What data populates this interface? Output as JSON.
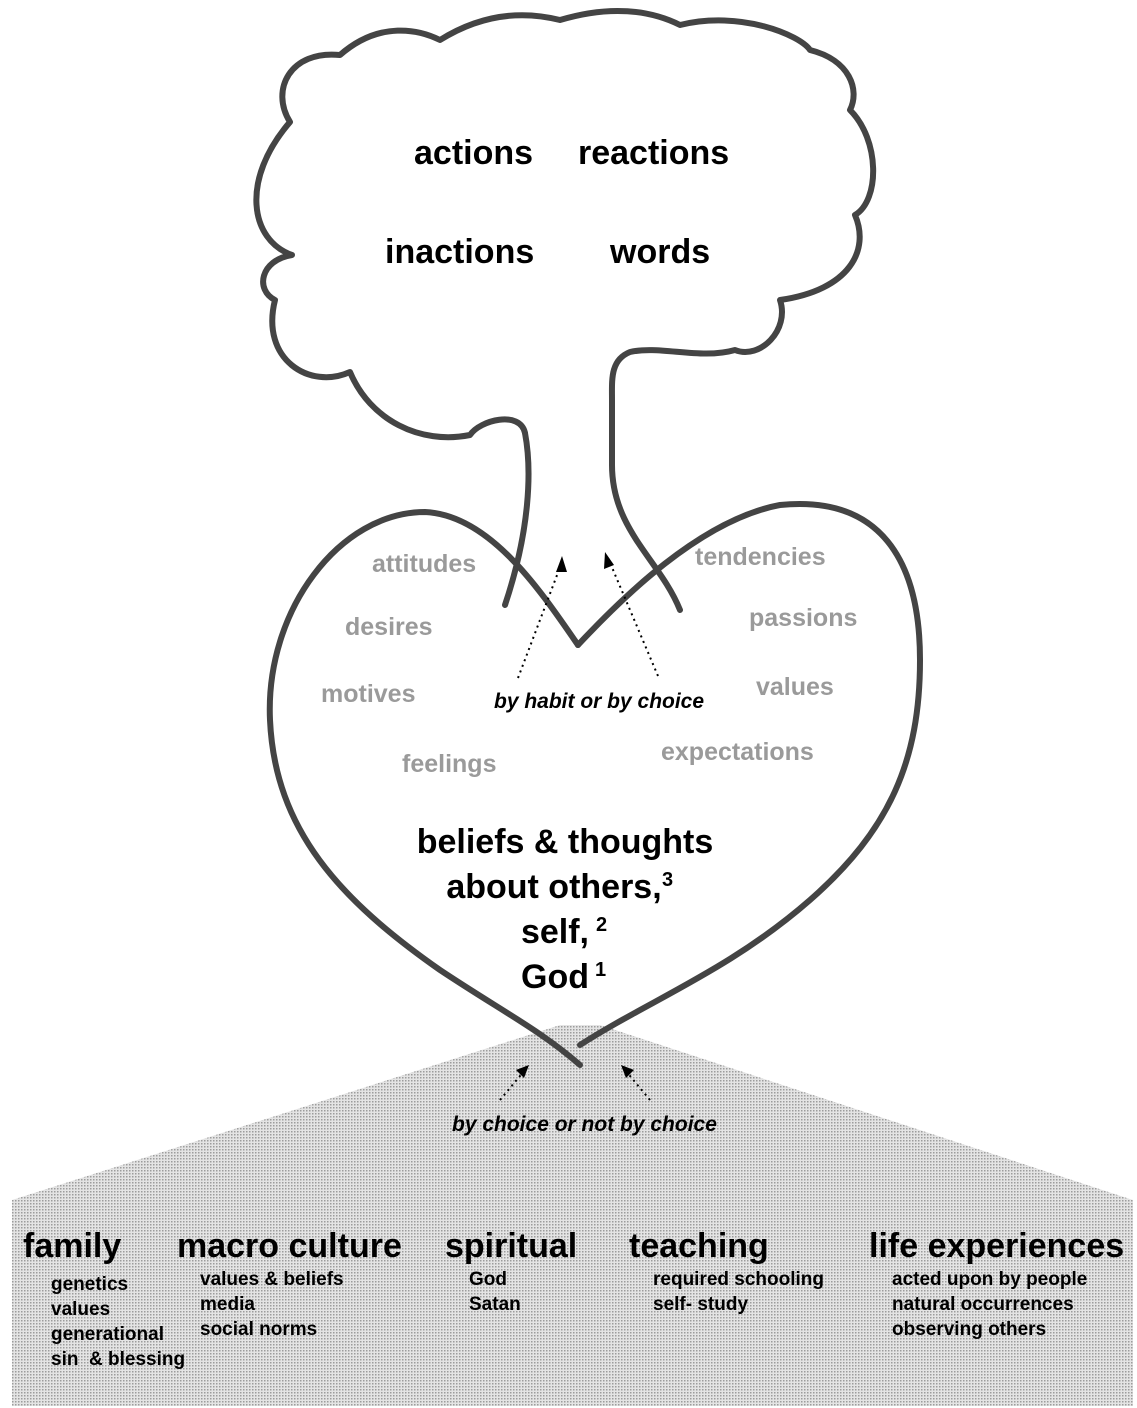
{
  "cloud": {
    "outcomes": [
      "actions",
      "reactions",
      "inactions",
      "words"
    ]
  },
  "heart": {
    "inner_left": [
      "attitudes",
      "desires",
      "motives",
      "feelings"
    ],
    "inner_right": [
      "tendencies",
      "passions",
      "values",
      "expectations"
    ],
    "habit_note": "by habit or by choice",
    "core_lines": [
      "beliefs & thoughts",
      "about others,",
      "self,",
      "God"
    ],
    "core_refs": [
      "3",
      "2",
      "1"
    ]
  },
  "base": {
    "choice_note": "by choice or not by choice",
    "categories": [
      {
        "title": "family",
        "items": [
          "genetics",
          "values",
          "generational",
          "sin  & blessing"
        ]
      },
      {
        "title": "macro culture",
        "items": [
          "values & beliefs",
          "media",
          "social norms"
        ]
      },
      {
        "title": "spiritual",
        "items": [
          "God",
          "Satan"
        ]
      },
      {
        "title": "teaching",
        "items": [
          "required schooling",
          "self- study"
        ]
      },
      {
        "title": "life experiences",
        "items": [
          "acted upon by people",
          "natural occurrences",
          "observing others"
        ]
      }
    ]
  },
  "colors": {
    "outline": "#444444",
    "muted_text": "#9a9a9a",
    "base_fill": "#d4d4d4"
  }
}
